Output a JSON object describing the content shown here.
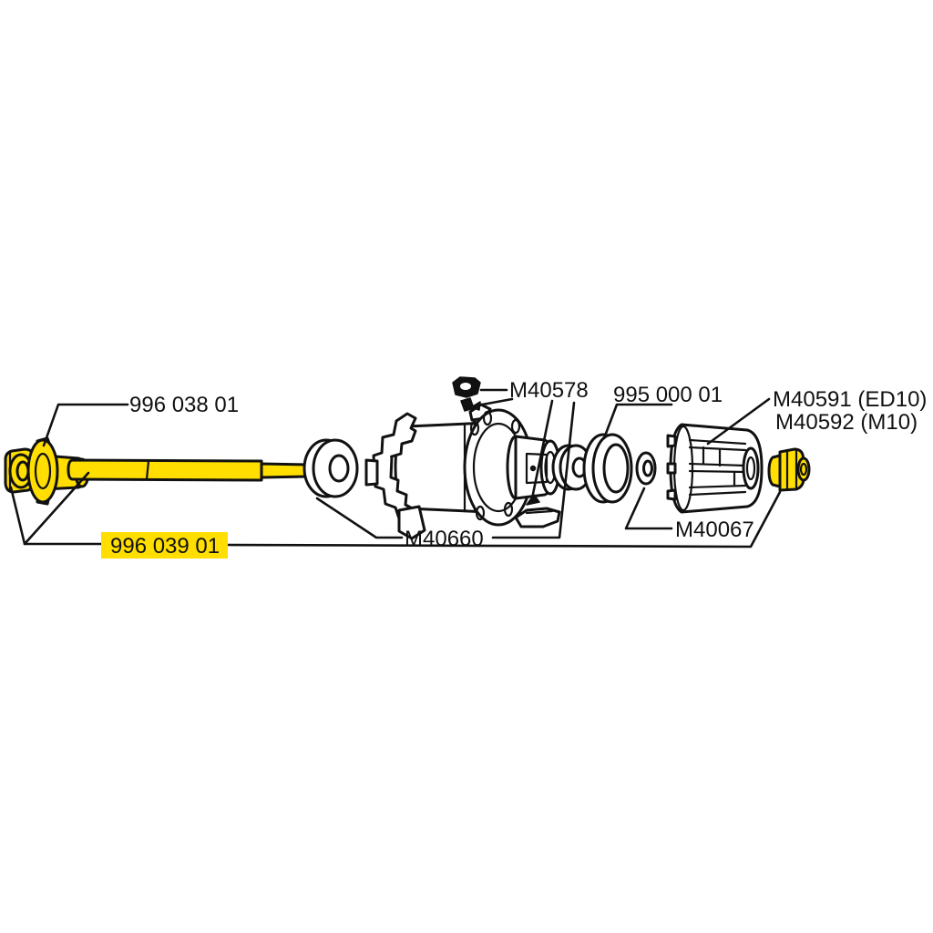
{
  "diagram": {
    "kind": "exploded parts diagram",
    "subject": "bicycle rear hub axle and freehub assembly",
    "background": "#ffffff",
    "line_color": "#111111",
    "part_fill": "#ffffff",
    "highlight_color": "#ffde00"
  },
  "labels": {
    "end_cap": "996 038 01",
    "axle_kit": "996 039 01",
    "pawl_kit": "M40578",
    "seal": "995 000 01",
    "freehub_ed10": "M40591 (ED10)",
    "freehub_m10": "M40592 (M10)",
    "bearing_kit": "M40660",
    "washer": "M40067"
  },
  "parts": [
    {
      "name": "axle nut (left)",
      "label": "996 039 01",
      "highlighted": true
    },
    {
      "name": "end cap with flange",
      "label": "996 038 01",
      "highlighted": true
    },
    {
      "name": "axle",
      "label": "996 039 01",
      "highlighted": true
    },
    {
      "name": "cartridge bearing (left)",
      "label": "M40660",
      "highlighted": false
    },
    {
      "name": "hub body with rotor mount and spoke flange",
      "label": "",
      "highlighted": false
    },
    {
      "name": "pawl with spring (upper)",
      "label": "M40578",
      "highlighted": false
    },
    {
      "name": "pawl with spring (lower)",
      "label": "M40578",
      "highlighted": false
    },
    {
      "name": "cartridge bearing (right)",
      "label": "M40660",
      "highlighted": false
    },
    {
      "name": "dust seal ring",
      "label": "995 000 01",
      "highlighted": false
    },
    {
      "name": "spacer washer",
      "label": "M40067",
      "highlighted": false
    },
    {
      "name": "freehub body",
      "label": "M40591 (ED10) / M40592 (M10)",
      "highlighted": false
    },
    {
      "name": "axle nut (right)",
      "label": "996 039 01",
      "highlighted": true
    }
  ]
}
